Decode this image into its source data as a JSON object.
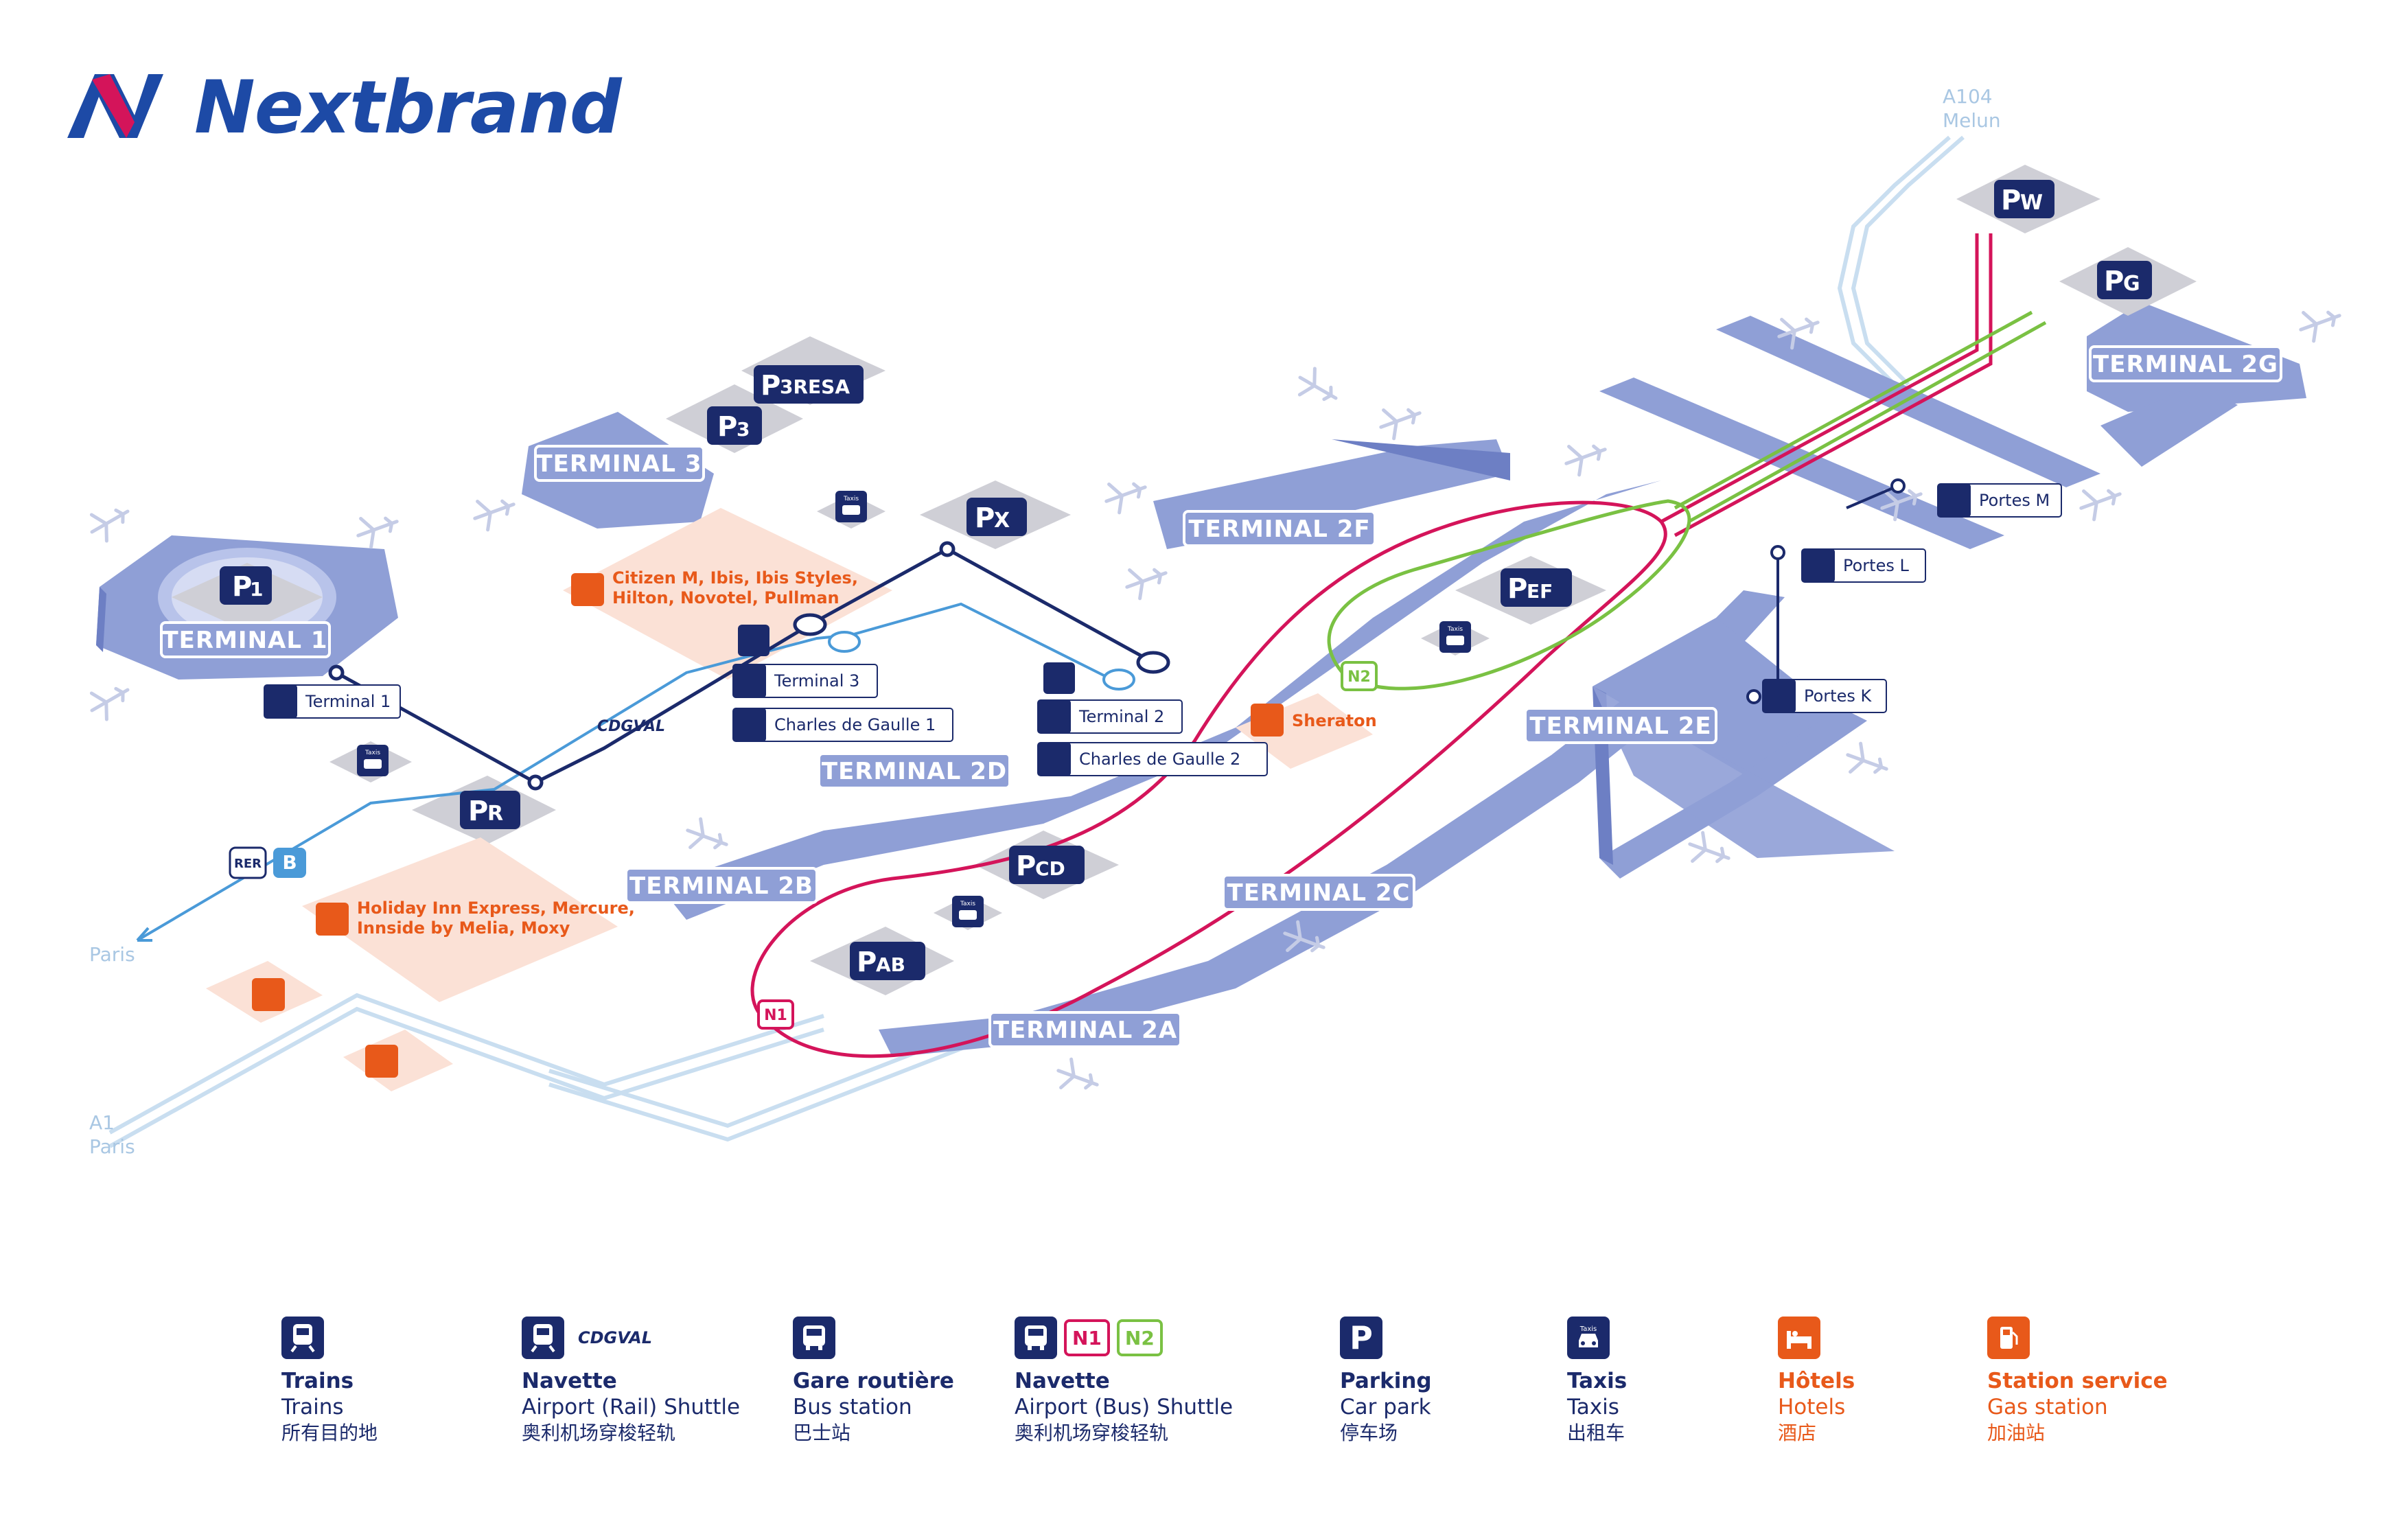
{
  "brand": {
    "logo_text": "Nextbrand"
  },
  "roads": {
    "a104": "A104",
    "melun": "Melun",
    "paris_a1_label": "A1",
    "paris_a1_city": "Paris",
    "paris_rer": "Paris"
  },
  "terminals": {
    "t1": "TERMINAL 1",
    "t3": "TERMINAL 3",
    "t2a": "TERMINAL 2A",
    "t2b": "TERMINAL 2B",
    "t2c": "TERMINAL 2C",
    "t2d": "TERMINAL 2D",
    "t2e": "TERMINAL 2E",
    "t2f": "TERMINAL 2F",
    "t2g": "TERMINAL 2G"
  },
  "parkings": {
    "p1": {
      "letter": "P",
      "code": "1"
    },
    "p3": {
      "letter": "P",
      "code": "3"
    },
    "p3resa": {
      "letter": "P",
      "code": "3RESA"
    },
    "px": {
      "letter": "P",
      "code": "X"
    },
    "pr": {
      "letter": "P",
      "code": "R"
    },
    "pef": {
      "letter": "P",
      "code": "EF"
    },
    "pcd": {
      "letter": "P",
      "code": "CD"
    },
    "pab": {
      "letter": "P",
      "code": "AB"
    },
    "pw": {
      "letter": "P",
      "code": "W"
    },
    "pg": {
      "letter": "P",
      "code": "G"
    }
  },
  "stops": {
    "terminal1": "Terminal 1",
    "terminal3": "Terminal 3",
    "cdg1": "Charles de Gaulle 1",
    "terminal2": "Terminal 2",
    "cdg2": "Charles de Gaulle 2",
    "portes_m": "Portes M",
    "portes_l": "Portes L",
    "portes_k": "Portes K"
  },
  "lines": {
    "cdgval": "CDGVAL",
    "n1": "N1",
    "n2": "N2",
    "rer": "RER",
    "rer_line": "B"
  },
  "hotels": {
    "h1_line1": "Citizen M,  Ibis, Ibis Styles,",
    "h1_line2": "Hilton, Novotel, Pullman",
    "h2": "Sheraton",
    "h3_line1": "Holiday Inn Express, Mercure,",
    "h3_line2": "Innside by Melia, Moxy"
  },
  "icon_text": {
    "taxi": "Taxis",
    "parking": "P"
  },
  "legend": [
    {
      "icon": "train-icon",
      "fr": "Trains",
      "en": "Trains",
      "zh": "所有目的地"
    },
    {
      "icon": "rail-shuttle-icon",
      "brand": "CDGVAL",
      "fr": "Navette",
      "en": "Airport (Rail) Shuttle",
      "zh": "奥利机场穿梭轻轨"
    },
    {
      "icon": "bus-icon",
      "fr": "Gare routière",
      "en": "Bus station",
      "zh": "巴士站"
    },
    {
      "icon": "bus-shuttle-icon",
      "badge1": "N1",
      "badge2": "N2",
      "fr": "Navette",
      "en": "Airport (Bus) Shuttle",
      "zh": "奥利机场穿梭轻轨"
    },
    {
      "icon": "parking-icon",
      "fr": "Parking",
      "en": "Car park",
      "zh": "停车场"
    },
    {
      "icon": "taxi-icon",
      "fr": "Taxis",
      "en": "Taxis",
      "zh": "出租车"
    },
    {
      "icon": "hotel-icon",
      "fr": "Hôtels",
      "en": "Hotels",
      "zh": "酒店"
    },
    {
      "icon": "gas-station-icon",
      "fr": "Station service",
      "en": "Gas station",
      "zh": "加油站"
    }
  ],
  "colors": {
    "navy": "#1b2a6b",
    "terminal": "#8f9fd6",
    "terminal_dark": "#6d7fc4",
    "n1": "#d4145a",
    "n2": "#7ac143",
    "cdgval": "#1b2a6b",
    "rer": "#4a9ad8",
    "hotel": "#e8591a",
    "road": "#c9def0"
  }
}
